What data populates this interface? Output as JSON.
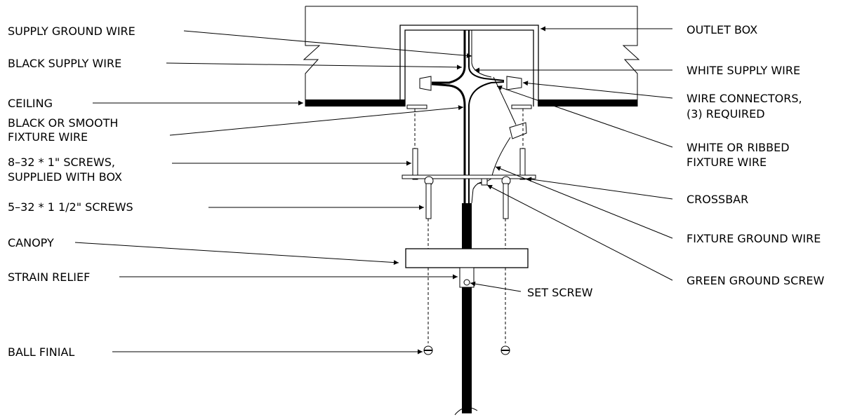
{
  "labels": {
    "supply_ground_wire": "SUPPLY GROUND WIRE",
    "black_supply_wire": "BLACK SUPPLY WIRE",
    "ceiling": "CEILING",
    "black_fixture_wire_1": "BLACK OR SMOOTH",
    "black_fixture_wire_2": "FIXTURE WIRE",
    "screws_8_32_1": "8–32 * 1\" SCREWS,",
    "screws_8_32_2": "SUPPLIED WITH BOX",
    "screws_5_32": "5–32 * 1 1/2\" SCREWS",
    "canopy": "CANOPY",
    "strain_relief": "STRAIN RELIEF",
    "ball_finial": "BALL FINIAL",
    "outlet_box": "OUTLET BOX",
    "white_supply_wire": "WHITE SUPPLY WIRE",
    "wire_connectors_1": "WIRE CONNECTORS,",
    "wire_connectors_2": "(3) REQUIRED",
    "white_fixture_wire_1": "WHITE OR RIBBED",
    "white_fixture_wire_2": "FIXTURE WIRE",
    "crossbar": "CROSSBAR",
    "fixture_ground_wire": "FIXTURE GROUND WIRE",
    "green_ground_screw": "GREEN GROUND SCREW",
    "set_screw": "SET SCREW"
  }
}
